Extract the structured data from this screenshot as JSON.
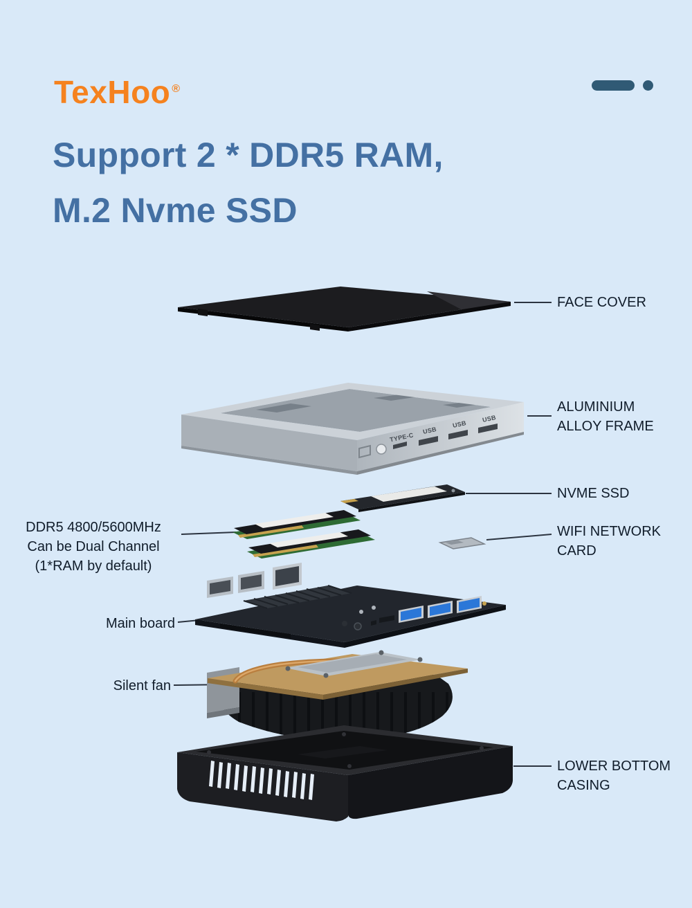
{
  "colors": {
    "background": "#d9e9f8",
    "brand_orange": "#f5821f",
    "title_blue": "#4470a3",
    "label_text": "#101c2a",
    "indicator_blue": "#305a75",
    "callout_line": "#2c3440"
  },
  "brand": {
    "name": "TexHoo",
    "registered_mark": "®"
  },
  "headline": {
    "line1": "Support 2 * DDR5 RAM,",
    "line2": "M.2 Nvme SSD"
  },
  "frame_ports": {
    "type_c": "TYPE-C",
    "usb_1": "USB",
    "usb_2": "USB",
    "usb_3": "USB"
  },
  "callouts_right": [
    {
      "part": "face-cover",
      "lines": [
        "FACE COVER"
      ]
    },
    {
      "part": "aluminium-alloy-frame",
      "lines": [
        "ALUMINIUM",
        "ALLOY FRAME"
      ]
    },
    {
      "part": "nvme-ssd",
      "lines": [
        "NVME SSD"
      ]
    },
    {
      "part": "wifi-network-card",
      "lines": [
        "WIFI NETWORK",
        "CARD"
      ]
    },
    {
      "part": "lower-bottom-casing",
      "lines": [
        "LOWER BOTTOM",
        "CASING"
      ]
    }
  ],
  "callouts_left": [
    {
      "part": "ddr5-ram",
      "lines": [
        "DDR5 4800/5600MHz",
        "Can be Dual Channel",
        "(1*RAM by default)"
      ]
    },
    {
      "part": "main-board",
      "lines": [
        "Main board"
      ]
    },
    {
      "part": "silent-fan",
      "lines": [
        "Silent fan"
      ]
    }
  ]
}
